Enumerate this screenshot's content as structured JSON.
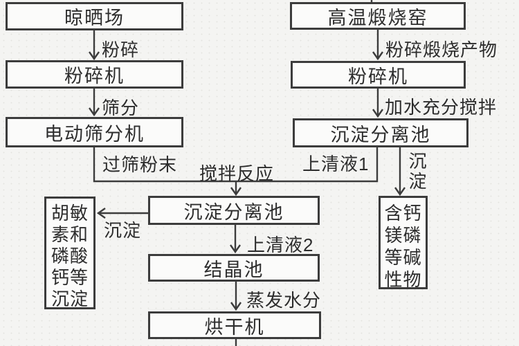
{
  "boxes": {
    "drying_field": "晾晒场",
    "crusher_left": "粉碎机",
    "electric_sieve": "电动筛分机",
    "kiln": "高温煅烧窑",
    "crusher_right": "粉碎机",
    "settling_pool_right": "沉淀分离池",
    "settling_pool_mid": "沉淀分离池",
    "crystallization_pool": "结晶池",
    "dryer": "烘干机",
    "humin_precipitate": "胡敏素和磷酸钙等沉淀",
    "alkaline_product": "含钙镁磷等碱性物"
  },
  "edge_labels": {
    "crush": "粉碎",
    "sieve": "筛分",
    "sieved_powder": "过筛粉末",
    "stir_reaction": "搅拌反应",
    "supernatant_1": "上清液1",
    "crushed_calcined_product": "粉碎煅烧产物",
    "add_water_full_stir": "加水充分搅拌",
    "sediment_to_alkaline": "沉淀",
    "sediment_to_humin": "沉淀",
    "supernatant_2": "上清液2",
    "evaporate_water": "蒸发水分"
  },
  "colors": {
    "line": "#3c3c3c",
    "text": "#2d2d2d",
    "background": "#f4f4f2",
    "box_fill": "#fbfbfa"
  }
}
